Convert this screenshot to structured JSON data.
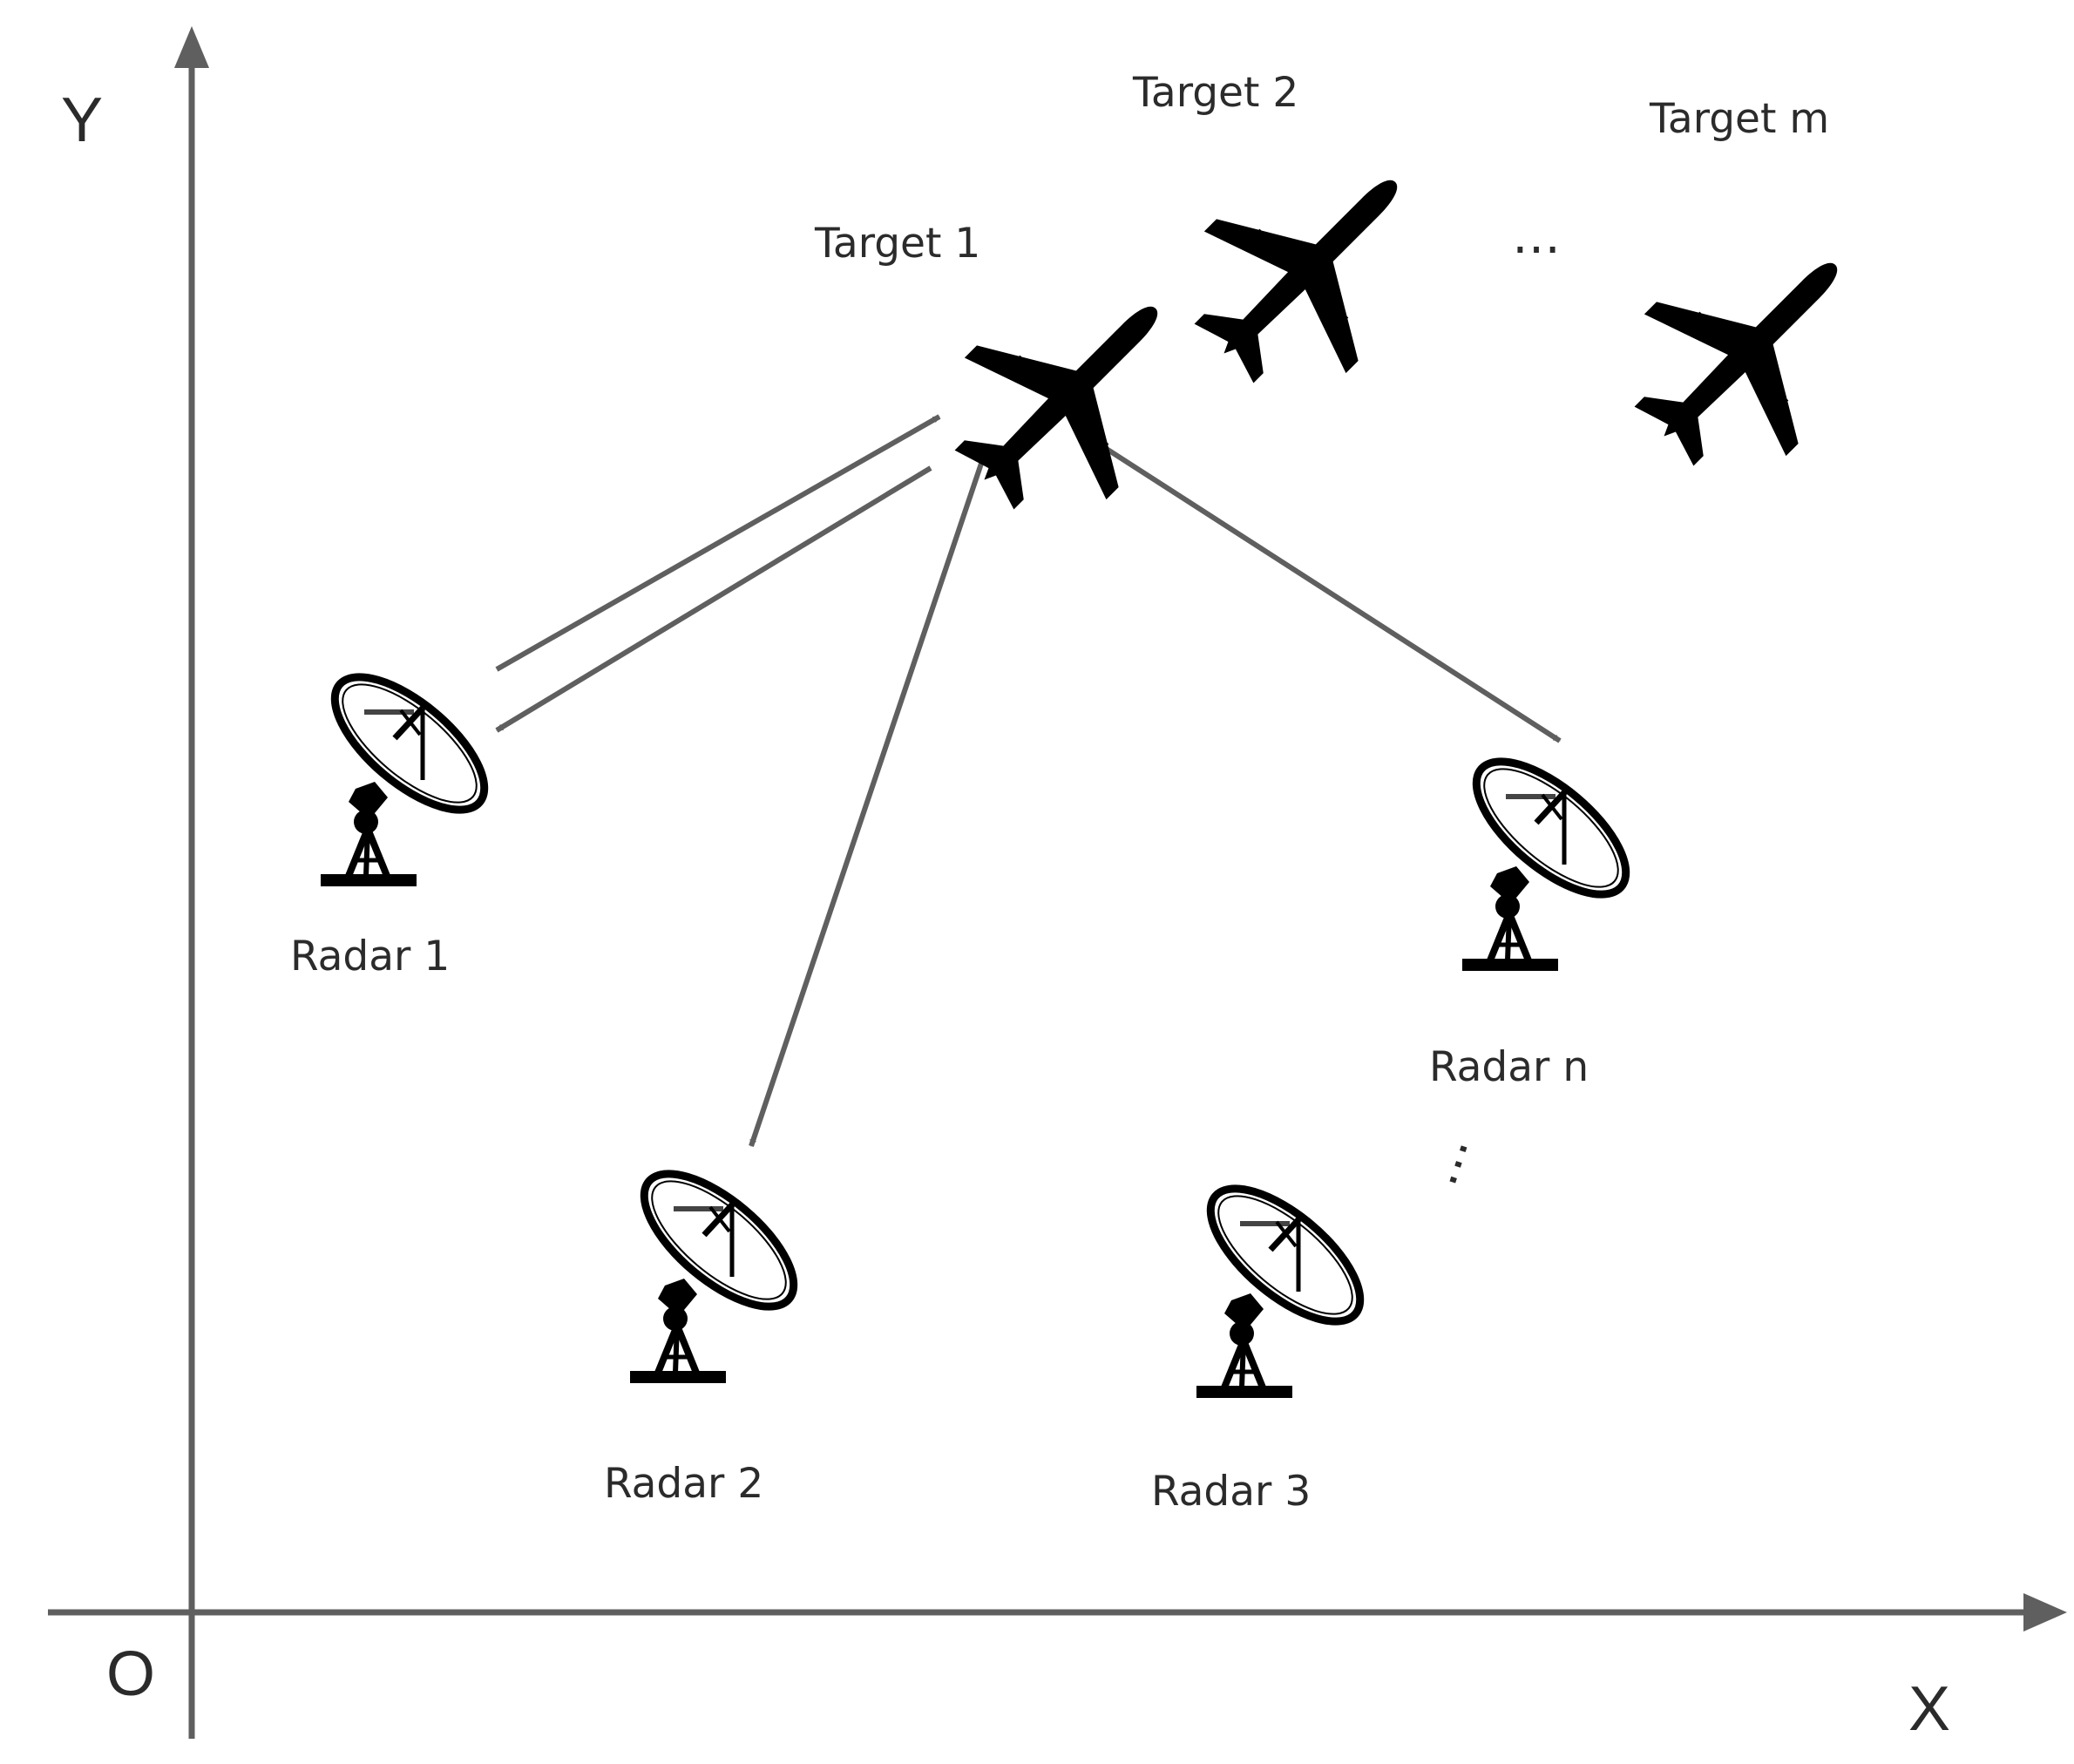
{
  "axes": {
    "y_label": "Y",
    "x_label": "X",
    "origin_label": "O"
  },
  "targets": [
    {
      "id": "target-1",
      "label": "Target  1"
    },
    {
      "id": "target-2",
      "label": "Target  2"
    },
    {
      "id": "target-m",
      "label": "Target  m"
    }
  ],
  "radars": [
    {
      "id": "radar-1",
      "label": "Radar 1"
    },
    {
      "id": "radar-2",
      "label": "Radar 2"
    },
    {
      "id": "radar-3",
      "label": "Radar 3"
    },
    {
      "id": "radar-n",
      "label": "Radar n"
    }
  ],
  "ellipses": {
    "targets": "…",
    "radars": "…"
  },
  "icons": {
    "target": "airplane-icon",
    "radar": "radar-dish-icon"
  },
  "links": [
    {
      "from": "radar-1",
      "to": "target-1"
    },
    {
      "from": "target-1",
      "to": "radar-1"
    },
    {
      "from": "target-1",
      "to": "radar-2"
    },
    {
      "from": "target-1",
      "to": "radar-n"
    }
  ],
  "colors": {
    "axis": "#5f5f5f",
    "arrow": "#5f5f5f",
    "icon": "#000000",
    "text": "#2b2b2b"
  }
}
